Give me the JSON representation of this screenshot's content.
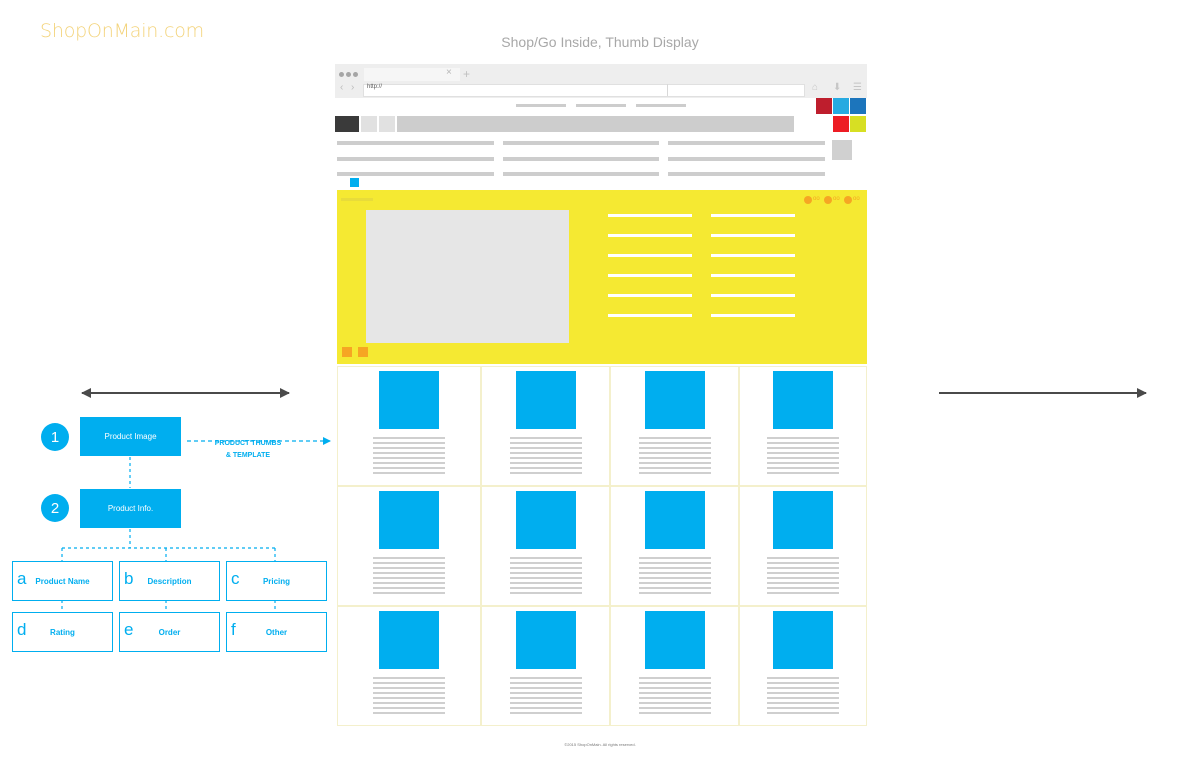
{
  "brand": "ShopOnMain.com",
  "page_title": "Shop/Go Inside, Thumb Display",
  "browser": {
    "url": "http://"
  },
  "colors": {
    "hero": "#f5e932",
    "accent": "#00aeef",
    "orange": "#f6a623",
    "swatches": [
      "#be1e2d",
      "#27aae1",
      "#1c75bc",
      "#ed1c24",
      "#d7df23"
    ]
  },
  "hero": {
    "indicators": [
      "oo",
      "oo",
      "oo"
    ]
  },
  "diagram": {
    "steps": [
      {
        "number": "1",
        "label": "Product Image"
      },
      {
        "number": "2",
        "label": "Product Info."
      }
    ],
    "annotation_line1": "PRODUCT THUMBS",
    "annotation_line2": "& TEMPLATE",
    "sub_items": [
      {
        "letter": "a",
        "label": "Product Name"
      },
      {
        "letter": "b",
        "label": "Description"
      },
      {
        "letter": "c",
        "label": "Pricing"
      },
      {
        "letter": "d",
        "label": "Rating"
      },
      {
        "letter": "e",
        "label": "Order"
      },
      {
        "letter": "f",
        "label": "Other"
      }
    ]
  },
  "footer": "©2015 ShopOnMain. All rights reserved."
}
